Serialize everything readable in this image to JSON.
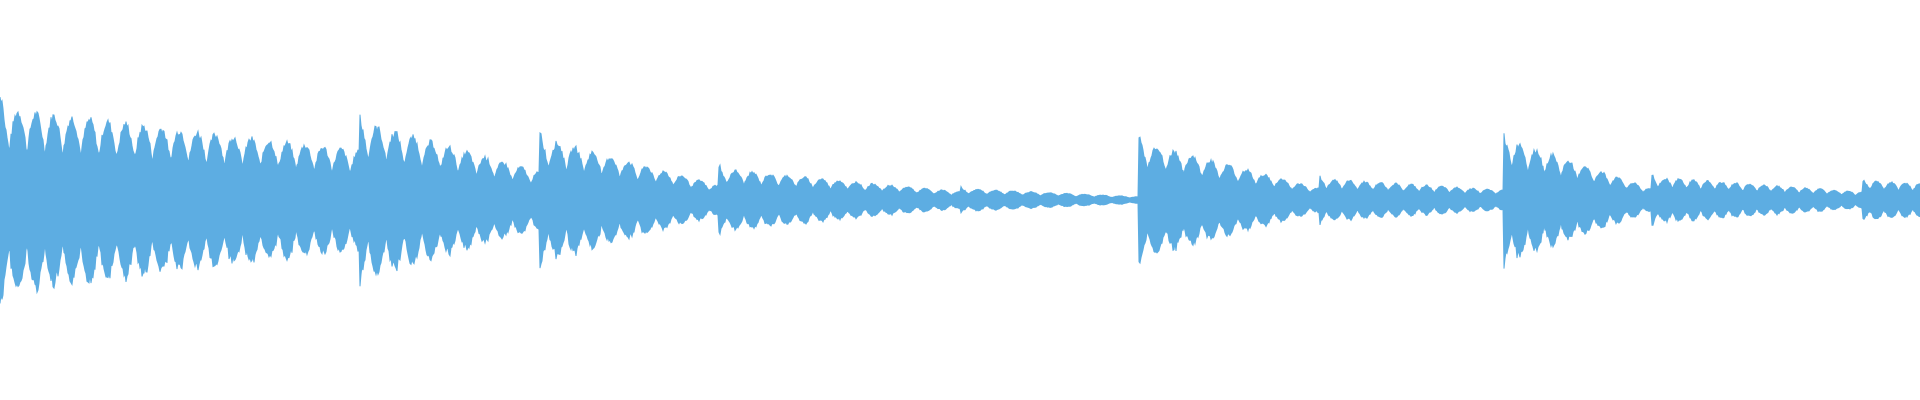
{
  "waveform": {
    "color": "#5dade2",
    "background": "#ffffff",
    "segments": [
      {
        "start": 0.0,
        "end": 0.187,
        "amp_start": 0.56,
        "amp_end": 0.3,
        "cycles": 20
      },
      {
        "start": 0.187,
        "end": 0.281,
        "amp_start": 0.48,
        "amp_end": 0.17,
        "cycles": 10
      },
      {
        "start": 0.281,
        "end": 0.374,
        "amp_start": 0.38,
        "amp_end": 0.09,
        "cycles": 10
      },
      {
        "start": 0.374,
        "end": 0.5,
        "amp_start": 0.19,
        "amp_end": 0.05,
        "cycles": 14
      },
      {
        "start": 0.5,
        "end": 0.593,
        "amp_start": 0.07,
        "amp_end": 0.02,
        "cycles": 10
      },
      {
        "start": 0.593,
        "end": 0.687,
        "amp_start": 0.36,
        "amp_end": 0.07,
        "cycles": 10
      },
      {
        "start": 0.687,
        "end": 0.783,
        "amp_start": 0.13,
        "amp_end": 0.06,
        "cycles": 12
      },
      {
        "start": 0.783,
        "end": 0.86,
        "amp_start": 0.38,
        "amp_end": 0.07,
        "cycles": 9
      },
      {
        "start": 0.86,
        "end": 0.97,
        "amp_start": 0.14,
        "amp_end": 0.05,
        "cycles": 15
      },
      {
        "start": 0.97,
        "end": 1.0,
        "amp_start": 0.12,
        "amp_end": 0.1,
        "cycles": 4
      }
    ]
  }
}
